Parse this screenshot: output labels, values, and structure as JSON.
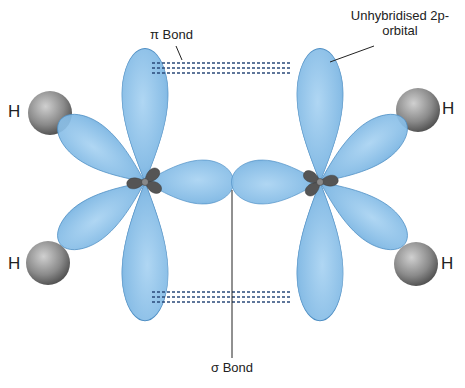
{
  "diagram": {
    "labels": [
      "π Bond",
      "Unhybridised 2p-orbital",
      "H",
      "H",
      "H",
      "H",
      "σ Bond"
    ]
  }
}
